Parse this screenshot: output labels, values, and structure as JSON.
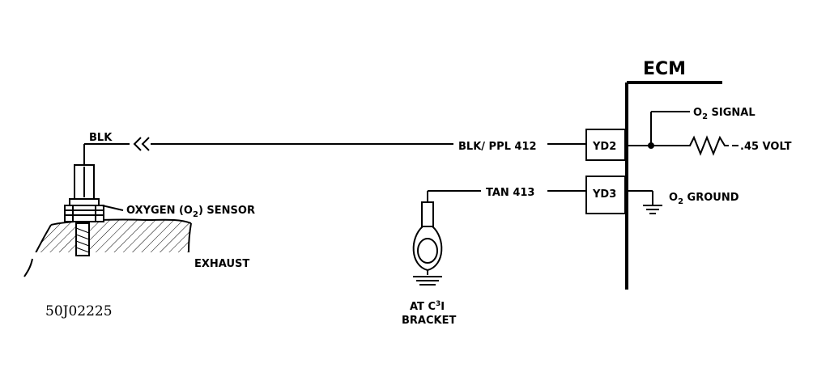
{
  "ecm": {
    "title": "ECM"
  },
  "sensor": {
    "wire_label": "BLK",
    "name_prefix": "OXYGEN (O",
    "name_sub": "2",
    "name_suffix": ") SENSOR",
    "location": "EXHAUST"
  },
  "signal_circuit": {
    "wire_label": "BLK/ PPL 412",
    "terminal": "YD2",
    "name_prefix": "O",
    "name_sub": "2",
    "name_suffix": " SIGNAL",
    "voltage": ".45 VOLT"
  },
  "ground_circuit": {
    "wire_label": "TAN 413",
    "terminal": "YD3",
    "name_prefix": "O",
    "name_sub": "2",
    "name_suffix": " GROUND"
  },
  "bracket": {
    "line1_prefix": "AT C",
    "line1_sup": "3",
    "line1_suffix": "I",
    "line2": "BRACKET"
  },
  "figure_code": "50J02225"
}
